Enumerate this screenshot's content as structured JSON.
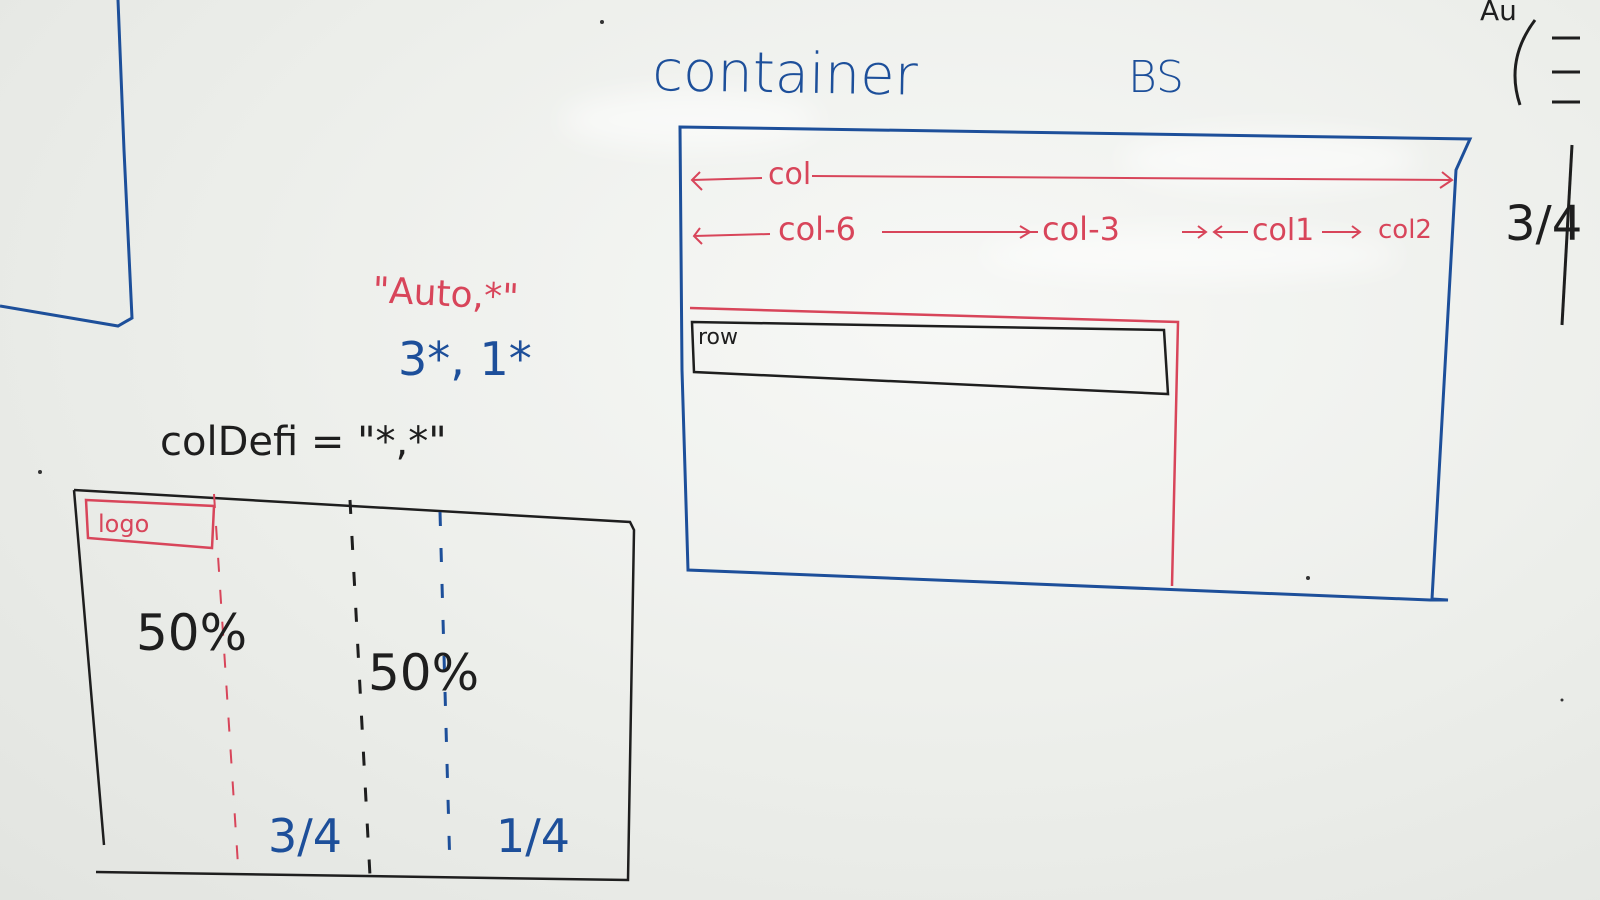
{
  "board": {
    "title": "container",
    "tag": "BS",
    "right_fraction": "3/4",
    "container_box": {
      "col_full": "col",
      "col_row": [
        "col-6",
        "col-3",
        "col1",
        "col2"
      ],
      "row_label": "row"
    },
    "grid_notes": {
      "quoted": "\"Auto,*\"",
      "stars": "3*, 1*",
      "coldef": "colDefi = \"*,*\""
    },
    "grid_box": {
      "logo_label": "logo",
      "half_left": "50%",
      "half_right": "50%",
      "frac_left": "3/4",
      "frac_right": "1/4"
    }
  },
  "colors": {
    "blue_marker": "#1d4f9a",
    "red_marker": "#d8455a",
    "black_marker": "#1e1e1e"
  }
}
